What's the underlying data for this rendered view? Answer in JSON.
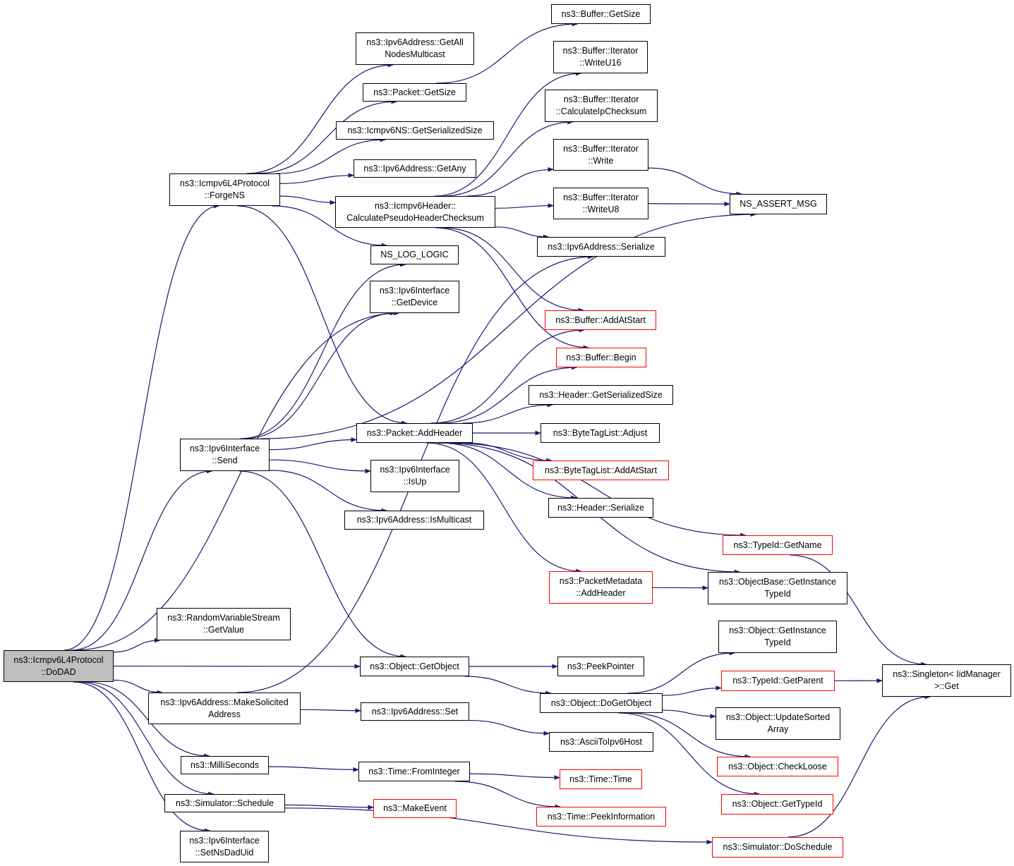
{
  "colors": {
    "edge": "#191970",
    "node_border": "#000000",
    "truncated_border": "#ff0000",
    "root_fill": "#bfbfbf"
  },
  "nodes": [
    {
      "id": "dodad",
      "label": "ns3::Icmpv6L4Protocol\n::DoDAD",
      "style": "root"
    },
    {
      "id": "forgens",
      "label": "ns3::Icmpv6L4Protocol\n::ForgeNS",
      "style": "normal"
    },
    {
      "id": "send",
      "label": "ns3::Ipv6Interface\n::Send",
      "style": "normal"
    },
    {
      "id": "getvalue",
      "label": "ns3::RandomVariableStream\n::GetValue",
      "style": "normal"
    },
    {
      "id": "makesolicited",
      "label": "ns3::Ipv6Address::MakeSolicited\nAddress",
      "style": "normal"
    },
    {
      "id": "milliseconds",
      "label": "ns3::MilliSeconds",
      "style": "normal"
    },
    {
      "id": "schedule",
      "label": "ns3::Simulator::Schedule",
      "style": "normal"
    },
    {
      "id": "setnsdaduid",
      "label": "ns3::Ipv6Interface\n::SetNsDadUid",
      "style": "normal"
    },
    {
      "id": "getallnodes",
      "label": "ns3::Ipv6Address::GetAll\nNodesMulticast",
      "style": "normal"
    },
    {
      "id": "pktgetsize",
      "label": "ns3::Packet::GetSize",
      "style": "normal"
    },
    {
      "id": "nsgetser",
      "label": "ns3::Icmpv6NS::GetSerializedSize",
      "style": "normal"
    },
    {
      "id": "getany",
      "label": "ns3::Ipv6Address::GetAny",
      "style": "normal"
    },
    {
      "id": "calcpseudo",
      "label": "ns3::Icmpv6Header::\nCalculatePseudoHeaderChecksum",
      "style": "normal"
    },
    {
      "id": "nslog",
      "label": "NS_LOG_LOGIC",
      "style": "normal"
    },
    {
      "id": "getdevice",
      "label": "ns3::Ipv6Interface\n::GetDevice",
      "style": "normal"
    },
    {
      "id": "addheader",
      "label": "ns3::Packet::AddHeader",
      "style": "normal"
    },
    {
      "id": "isup",
      "label": "ns3::Ipv6Interface\n::IsUp",
      "style": "normal"
    },
    {
      "id": "ismulticast",
      "label": "ns3::Ipv6Address::IsMulticast",
      "style": "normal"
    },
    {
      "id": "getobject",
      "label": "ns3::Object::GetObject",
      "style": "normal"
    },
    {
      "id": "ipset",
      "label": "ns3::Ipv6Address::Set",
      "style": "normal"
    },
    {
      "id": "frominteger",
      "label": "ns3::Time::FromInteger",
      "style": "normal"
    },
    {
      "id": "makeevent",
      "label": "ns3::MakeEvent",
      "style": "red"
    },
    {
      "id": "bufgetsize",
      "label": "ns3::Buffer::GetSize",
      "style": "normal"
    },
    {
      "id": "writeu16",
      "label": "ns3::Buffer::Iterator\n::WriteU16",
      "style": "normal"
    },
    {
      "id": "calcipcs",
      "label": "ns3::Buffer::Iterator\n::CalculateIpChecksum",
      "style": "normal"
    },
    {
      "id": "write",
      "label": "ns3::Buffer::Iterator\n::Write",
      "style": "normal"
    },
    {
      "id": "writeu8",
      "label": "ns3::Buffer::Iterator\n::WriteU8",
      "style": "normal"
    },
    {
      "id": "ipserialize",
      "label": "ns3::Ipv6Address::Serialize",
      "style": "normal"
    },
    {
      "id": "addatstart",
      "label": "ns3::Buffer::AddAtStart",
      "style": "red"
    },
    {
      "id": "begin",
      "label": "ns3::Buffer::Begin",
      "style": "red"
    },
    {
      "id": "hdrgetser",
      "label": "ns3::Header::GetSerializedSize",
      "style": "normal"
    },
    {
      "id": "btladjust",
      "label": "ns3::ByteTagList::Adjust",
      "style": "normal"
    },
    {
      "id": "btladdatstart",
      "label": "ns3::ByteTagList::AddAtStart",
      "style": "red"
    },
    {
      "id": "hdrserialize",
      "label": "ns3::Header::Serialize",
      "style": "normal"
    },
    {
      "id": "pmaddheader",
      "label": "ns3::PacketMetadata\n::AddHeader",
      "style": "red"
    },
    {
      "id": "peekpointer",
      "label": "ns3::PeekPointer",
      "style": "normal"
    },
    {
      "id": "dogetobject",
      "label": "ns3::Object::DoGetObject",
      "style": "normal"
    },
    {
      "id": "asciitoipv6",
      "label": "ns3::AsciiToIpv6Host",
      "style": "normal"
    },
    {
      "id": "timetime",
      "label": "ns3::Time::Time",
      "style": "red"
    },
    {
      "id": "peekinfo",
      "label": "ns3::Time::PeekInformation",
      "style": "red"
    },
    {
      "id": "nsassert",
      "label": "NS_ASSERT_MSG",
      "style": "normal"
    },
    {
      "id": "getname",
      "label": "ns3::TypeId::GetName",
      "style": "red"
    },
    {
      "id": "objbasegit",
      "label": "ns3::ObjectBase::GetInstance\nTypeId",
      "style": "normal"
    },
    {
      "id": "objgit",
      "label": "ns3::Object::GetInstance\nTypeId",
      "style": "normal"
    },
    {
      "id": "getparent",
      "label": "ns3::TypeId::GetParent",
      "style": "red"
    },
    {
      "id": "updatesorted",
      "label": "ns3::Object::UpdateSorted\nArray",
      "style": "normal"
    },
    {
      "id": "checkloose",
      "label": "ns3::Object::CheckLoose",
      "style": "red"
    },
    {
      "id": "gettypeid",
      "label": "ns3::Object::GetTypeId",
      "style": "red"
    },
    {
      "id": "doschedule",
      "label": "ns3::Simulator::DoSchedule",
      "style": "red"
    },
    {
      "id": "singletonget",
      "label": "ns3::Singleton< IidManager\n>::Get",
      "style": "normal"
    }
  ],
  "edges": [
    [
      "dodad",
      "forgens"
    ],
    [
      "dodad",
      "send"
    ],
    [
      "dodad",
      "getvalue"
    ],
    [
      "dodad",
      "getobject"
    ],
    [
      "dodad",
      "makesolicited"
    ],
    [
      "dodad",
      "milliseconds"
    ],
    [
      "dodad",
      "schedule"
    ],
    [
      "dodad",
      "setnsdaduid"
    ],
    [
      "dodad",
      "getdevice"
    ],
    [
      "forgens",
      "getallnodes"
    ],
    [
      "forgens",
      "pktgetsize"
    ],
    [
      "forgens",
      "nsgetser"
    ],
    [
      "forgens",
      "getany"
    ],
    [
      "forgens",
      "calcpseudo"
    ],
    [
      "forgens",
      "nslog"
    ],
    [
      "forgens",
      "addheader"
    ],
    [
      "send",
      "nslog"
    ],
    [
      "send",
      "getdevice"
    ],
    [
      "send",
      "addheader"
    ],
    [
      "send",
      "isup"
    ],
    [
      "send",
      "ismulticast"
    ],
    [
      "send",
      "getobject"
    ],
    [
      "send",
      "nsassert"
    ],
    [
      "makesolicited",
      "ipset"
    ],
    [
      "makesolicited",
      "ipserialize"
    ],
    [
      "milliseconds",
      "frominteger"
    ],
    [
      "schedule",
      "makeevent"
    ],
    [
      "schedule",
      "doschedule"
    ],
    [
      "pktgetsize",
      "bufgetsize"
    ],
    [
      "calcpseudo",
      "writeu16"
    ],
    [
      "calcpseudo",
      "calcipcs"
    ],
    [
      "calcpseudo",
      "write"
    ],
    [
      "calcpseudo",
      "writeu8"
    ],
    [
      "calcpseudo",
      "ipserialize"
    ],
    [
      "calcpseudo",
      "addatstart"
    ],
    [
      "calcpseudo",
      "begin"
    ],
    [
      "write",
      "nsassert"
    ],
    [
      "writeu8",
      "nsassert"
    ],
    [
      "addheader",
      "addatstart"
    ],
    [
      "addheader",
      "begin"
    ],
    [
      "addheader",
      "hdrgetser"
    ],
    [
      "addheader",
      "btladjust"
    ],
    [
      "addheader",
      "btladdatstart"
    ],
    [
      "addheader",
      "hdrserialize"
    ],
    [
      "addheader",
      "getname"
    ],
    [
      "addheader",
      "pmaddheader"
    ],
    [
      "addheader",
      "objbasegit"
    ],
    [
      "pmaddheader",
      "objbasegit"
    ],
    [
      "getname",
      "singletonget"
    ],
    [
      "getobject",
      "peekpointer"
    ],
    [
      "getobject",
      "dogetobject"
    ],
    [
      "ipset",
      "asciitoipv6"
    ],
    [
      "frominteger",
      "timetime"
    ],
    [
      "frominteger",
      "peekinfo"
    ],
    [
      "dogetobject",
      "objgit"
    ],
    [
      "dogetobject",
      "getparent"
    ],
    [
      "dogetobject",
      "updatesorted"
    ],
    [
      "dogetobject",
      "checkloose"
    ],
    [
      "dogetobject",
      "gettypeid"
    ],
    [
      "getparent",
      "singletonget"
    ],
    [
      "doschedule",
      "singletonget"
    ]
  ]
}
